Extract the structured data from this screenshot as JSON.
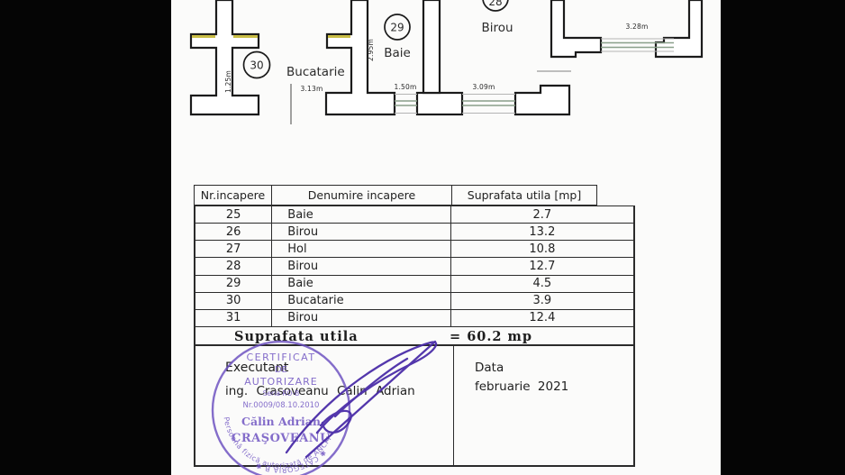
{
  "colors": {
    "paper": "#fbfbfa",
    "side_bars": "#050505",
    "ink": "#1b1b1b",
    "stamp": "#6b4fc0",
    "signature": "#4b2da8",
    "window_sill_yellow": "#c9bd45",
    "window_glass_line": "#8aa08a"
  },
  "floor_plan": {
    "rooms": [
      {
        "id": "30",
        "name": "Bucatarie"
      },
      {
        "id": "29",
        "name": "Baie"
      },
      {
        "id": "28",
        "name": "Birou"
      }
    ],
    "dims": {
      "left_wall_height": "1.25m",
      "bucatarie_width": "3.13m",
      "baie_height": "2.95m",
      "baie_window": "1.50m",
      "birou_window": "3.09m",
      "right_room_window": "3.28m"
    }
  },
  "table": {
    "headers": [
      "Nr.incapere",
      "Denumire incapere",
      "Suprafata utila [mp]"
    ],
    "rows": [
      {
        "nr": "25",
        "name": "Baie",
        "area": "2.7"
      },
      {
        "nr": "26",
        "name": "Birou",
        "area": "13.2"
      },
      {
        "nr": "27",
        "name": "Hol",
        "area": "10.8"
      },
      {
        "nr": "28",
        "name": "Birou",
        "area": "12.7"
      },
      {
        "nr": "29",
        "name": "Baie",
        "area": "4.5"
      },
      {
        "nr": "30",
        "name": "Bucatarie",
        "area": "3.9"
      },
      {
        "nr": "31",
        "name": "Birou",
        "area": "12.4"
      }
    ],
    "total_label": "Suprafata utila",
    "total_value": "=  60.2  mp"
  },
  "footer": {
    "executant_label": "Executant",
    "executant_name": "ing.  Crasoveanu  Calin  Adrian",
    "date_label": "Data",
    "date_value": "februarie  2021"
  },
  "stamp": {
    "line1": "CERTIFICAT",
    "line2": "DE",
    "line3": "AUTORIZARE",
    "line4": "Seria RO-B",
    "line5": "Nr.0009/08.10.2010",
    "line6": "Călin Adrian",
    "line7": "CRAŞOVEANU",
    "ring_top": "Persoană fizică autorizată de ANCPI",
    "ring_bottom": "✱  CATEGORIA  B  ✱"
  }
}
